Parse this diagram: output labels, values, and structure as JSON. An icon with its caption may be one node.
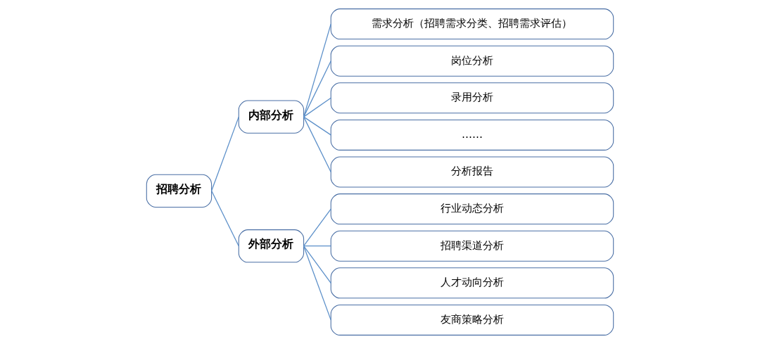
{
  "diagram": {
    "nodes": [
      {
        "text": [
          "招聘分析"
        ]
      },
      {
        "text": [
          "内部分析"
        ]
      },
      {
        "text": [
          "需求分析（招聘需求分类、招聘需求评估）"
        ]
      },
      {
        "text": [
          "岗位分析"
        ]
      },
      {
        "text": [
          "录用分析"
        ]
      },
      {
        "text": [
          "……"
        ]
      },
      {
        "text": [
          "分析报告"
        ]
      },
      {
        "text": [
          "外部分析"
        ]
      },
      {
        "text": [
          "行业动态分析"
        ]
      },
      {
        "text": [
          "招聘渠道分析"
        ]
      },
      {
        "text": [
          "人才动向分析"
        ]
      },
      {
        "text": [
          "友商策略分析"
        ]
      }
    ],
    "edges": [
      {
        "from": 0,
        "to": 1,
        "arrow": "none"
      },
      {
        "from": 0,
        "to": 7,
        "arrow": "none"
      },
      {
        "from": 1,
        "to": 2,
        "arrow": "none"
      },
      {
        "from": 1,
        "to": 3,
        "arrow": "none"
      },
      {
        "from": 1,
        "to": 4,
        "arrow": "none"
      },
      {
        "from": 1,
        "to": 5,
        "arrow": "none"
      },
      {
        "from": 1,
        "to": 6,
        "arrow": "none"
      },
      {
        "from": 7,
        "to": 8,
        "arrow": "none"
      },
      {
        "from": 7,
        "to": 9,
        "arrow": "none"
      },
      {
        "from": 7,
        "to": 10,
        "arrow": "none"
      },
      {
        "from": 7,
        "to": 11,
        "arrow": "none"
      }
    ]
  }
}
